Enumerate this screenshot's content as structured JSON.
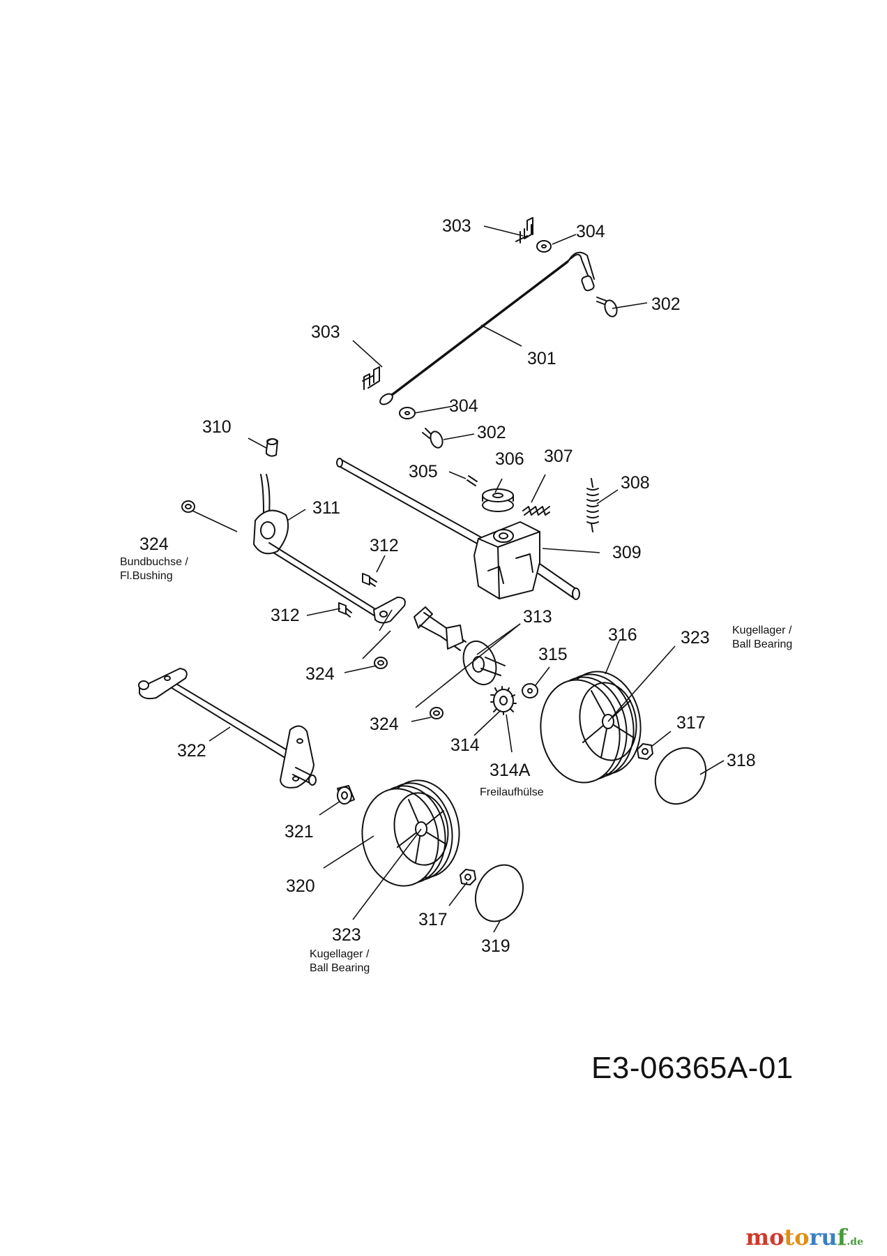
{
  "drawing_number": "E3-06365A-01",
  "watermark": {
    "parts": [
      "mo",
      "to",
      "ru",
      "f"
    ],
    "domain": ".de",
    "colors": [
      "#d13a2a",
      "#e08f14",
      "#3b7fc4",
      "#4a9a3a"
    ]
  },
  "labels": {
    "p303a": "303",
    "p304a": "304",
    "p302a": "302",
    "p303b": "303",
    "p301": "301",
    "p304b": "304",
    "p302b": "302",
    "p310": "310",
    "p305": "305",
    "p306": "306",
    "p307": "307",
    "p308": "308",
    "p311": "311",
    "p324a": "324",
    "p312a": "312",
    "p309": "309",
    "p312b": "312",
    "p313": "313",
    "p316": "316",
    "p323a": "323",
    "p324b": "324",
    "p315": "315",
    "p317a": "317",
    "p324c": "324",
    "p314": "314",
    "p322": "322",
    "p314A": "314A",
    "p318": "318",
    "p321": "321",
    "p320": "320",
    "p317b": "317",
    "p323b": "323",
    "p319": "319"
  },
  "notes": {
    "bundbuchse_de": "Bundbuchse /",
    "bundbuchse_en": "Fl.Bushing",
    "kugellager_a_de": "Kugellager /",
    "kugellager_a_en": "Ball Bearing",
    "freilauf": "Freilaufhülse",
    "kugellager_b_de": "Kugellager /",
    "kugellager_b_en": "Ball Bearing"
  }
}
